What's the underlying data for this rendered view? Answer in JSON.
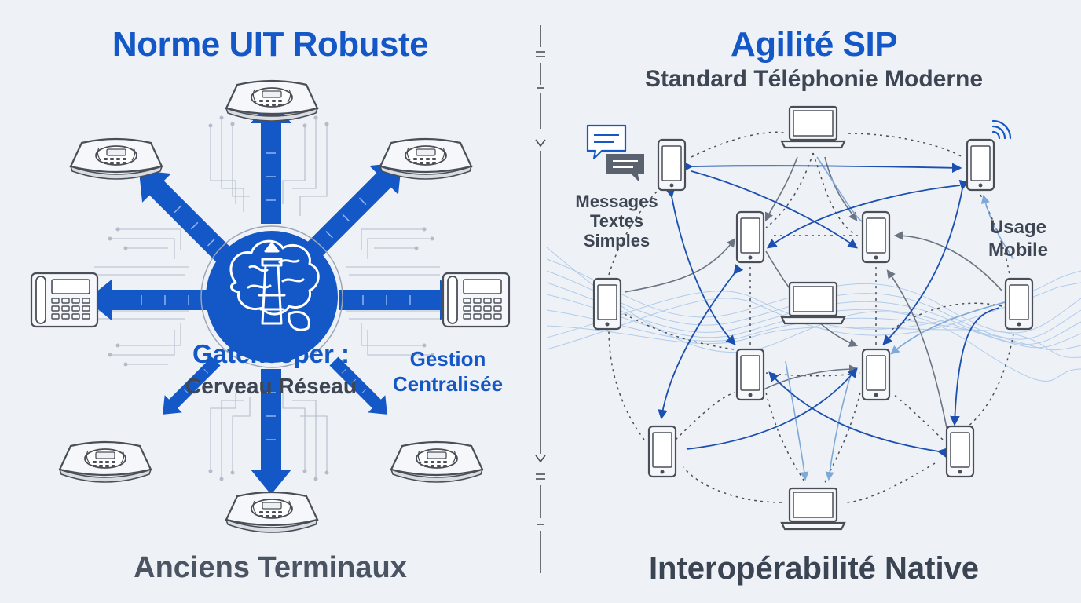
{
  "left_panel": {
    "title": "Norme UIT Robuste",
    "gatekeeper_label": "Gatekeeper :",
    "gatekeeper_sub": "Cerveau Réseau",
    "management_label_1": "Gestion",
    "management_label_2": "Centralisée",
    "bottom_label": "Anciens Terminaux"
  },
  "right_panel": {
    "title": "Agilité SIP",
    "subtitle": "Standard Téléphonie Moderne",
    "messages_label_1": "Messages",
    "messages_label_2": "Textes",
    "messages_label_3": "Simples",
    "mobile_label_1": "Usage",
    "mobile_label_2": "Mobile",
    "bottom_label": "Interopérabilité Native"
  },
  "colors": {
    "primary_blue": "#1457c6",
    "dark_text": "#3e4653",
    "background": "#eef2f7",
    "light_blue": "#8fb3dd"
  }
}
